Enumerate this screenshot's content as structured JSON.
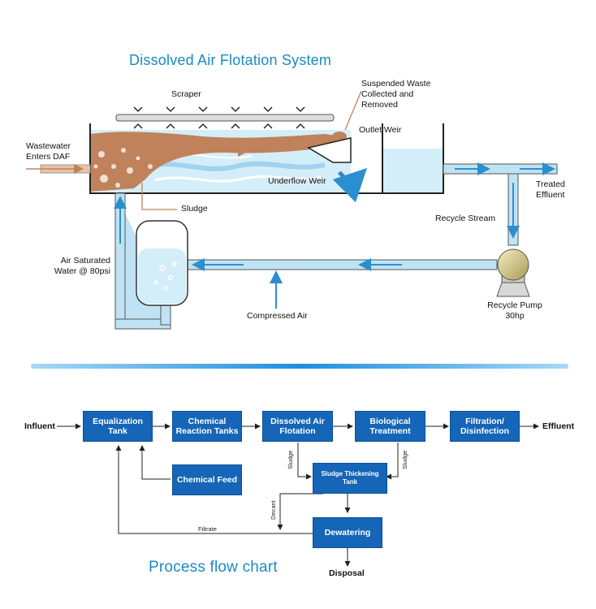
{
  "diagram": {
    "title": "Dissolved Air Flotation System",
    "labels": {
      "scraper": "Scraper",
      "suspended_waste": [
        "Suspended Waste",
        "Collected and",
        "Removed"
      ],
      "outlet_weir": "Outlet Weir",
      "wastewater": [
        "Wastewater",
        "Enters DAF"
      ],
      "underflow_weir": "Underflow Weir",
      "treated_effluent": [
        "Treated",
        "Effluent"
      ],
      "sludge": "Sludge",
      "recycle_stream": "Recycle Stream",
      "air_saturated": [
        "Air Saturated",
        "Water @ 80psi"
      ],
      "compressed_air": "Compressed Air",
      "recycle_pump": [
        "Recycle Pump",
        "30hp"
      ]
    }
  },
  "flowchart": {
    "caption": "Process flow chart",
    "influent": "Influent",
    "effluent": "Effluent",
    "disposal": "Disposal",
    "boxes": {
      "equalization": [
        "Equalization",
        "Tank"
      ],
      "chemical_reaction": [
        "Chemical",
        "Reaction Tanks"
      ],
      "daf": [
        "Dissolved Air",
        "Flotation"
      ],
      "biological": [
        "Biological",
        "Treatment"
      ],
      "filtration": [
        "Filtration/",
        "Disinfection"
      ],
      "chemical_feed": "Chemical Feed",
      "sludge_thickening": [
        "Sludge Thickening",
        "Tank"
      ],
      "dewatering": "Dewatering"
    },
    "edge_labels": {
      "sludge_left": "Sludge",
      "sludge_right": "Sludge",
      "decant": "Decant",
      "filtrate": "Filtrate"
    }
  },
  "colors": {
    "title_blue": "#1b8ac2",
    "water_blue": "#d4eef9",
    "pipe_blue": "#bfe3f4",
    "arrow_blue": "#2a8fd0",
    "sludge_brown": "#c0825a",
    "box_blue": "#1565b8",
    "divider_blue": "#2196e0"
  }
}
